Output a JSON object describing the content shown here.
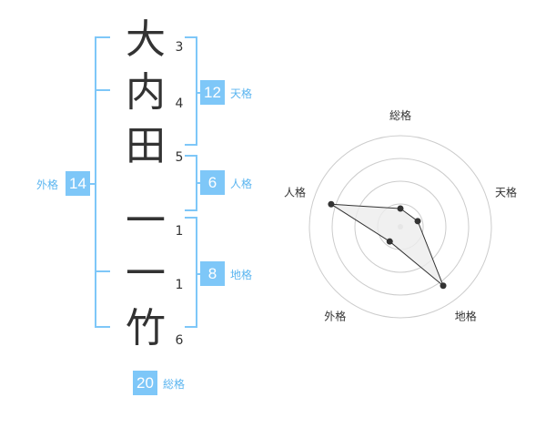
{
  "name": {
    "characters": [
      {
        "char": "大",
        "strokes": "3"
      },
      {
        "char": "内",
        "strokes": "4"
      },
      {
        "char": "田",
        "strokes": "5"
      },
      {
        "char": "一",
        "strokes": "1"
      },
      {
        "char": "一",
        "strokes": "1"
      },
      {
        "char": "竹",
        "strokes": "6"
      }
    ]
  },
  "kakusu": {
    "tenkaku": {
      "value": "12",
      "label": "天格"
    },
    "jinkaku": {
      "value": "6",
      "label": "人格"
    },
    "chikaku": {
      "value": "8",
      "label": "地格"
    },
    "gaikaku": {
      "value": "14",
      "label": "外格"
    },
    "soukaku": {
      "value": "20",
      "label": "総格"
    }
  },
  "chart_data": {
    "type": "radar",
    "axes": [
      "総格",
      "天格",
      "地格",
      "外格",
      "人格"
    ],
    "values": [
      1,
      1,
      4,
      1,
      4
    ],
    "rmax": 5,
    "rings": 4,
    "colors": {
      "fill": "#ececec",
      "line": "#333333",
      "ring": "#cccccc",
      "center": "#cccccc"
    }
  }
}
